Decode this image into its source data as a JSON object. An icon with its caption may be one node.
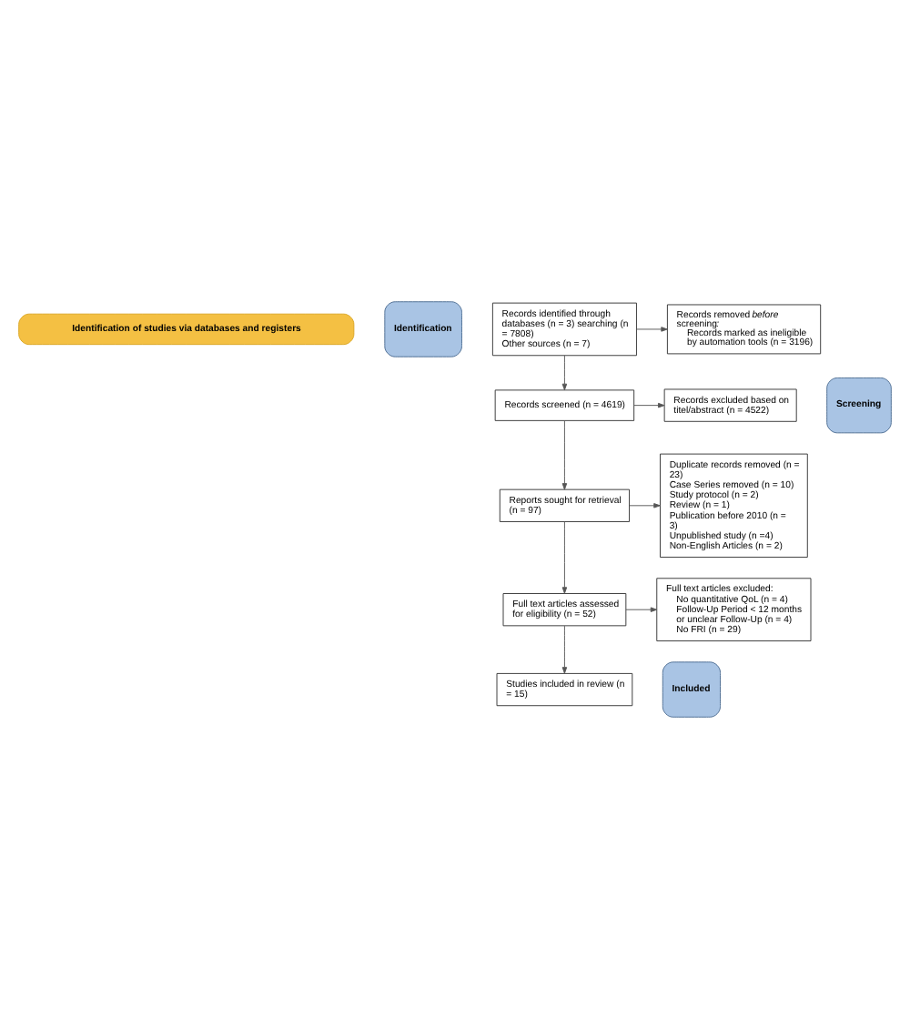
{
  "diagram": {
    "nodes": [
      {
        "text": [
          "Identification of studies via databases and registers"
        ]
      },
      {
        "text": [
          "Identification"
        ]
      },
      {
        "text": [
          "Records identified through databases (n = 3) searching (n = 7808)",
          "Other sources (n = 7)"
        ]
      },
      {
        "text": [
          "Records removed *before screening*:",
          "Records marked as ineligible by automation tools (n = 3196)"
        ]
      },
      {
        "text": [
          "Screening"
        ]
      },
      {
        "text": [
          "Records screened (n = 4619)"
        ]
      },
      {
        "text": [
          "Records excluded based on titel/abstract (n = 4522)"
        ]
      },
      {
        "text": [
          "Reports sought for retrieval (n = 97)"
        ]
      },
      {
        "text": [
          "Duplicate records removed (n = 23)",
          "Case Series removed (n = 10)",
          "Study protocol (n = 2)",
          "Review (n = 1)",
          "Publication before 2010 (n = 3)",
          "Unpublished study (n =4)",
          "Non-English Articles (n = 2)"
        ]
      },
      {
        "text": [
          "Full text articles assessed for eligibility (n = 52)"
        ]
      },
      {
        "text": [
          "Full text articles excluded:",
          "No quantitative QoL (n = 4)",
          "Follow-Up Period < 12 months or unclear Follow-Up (n = 4)",
          "No FRI (n = 29)"
        ]
      },
      {
        "text": [
          "Included"
        ]
      },
      {
        "text": [
          "Studies included in review (n = 15)"
        ]
      }
    ],
    "edges": [
      {
        "from": 2,
        "to": 3,
        "arrow": "to"
      },
      {
        "from": 2,
        "to": 5,
        "arrow": "to"
      },
      {
        "from": 5,
        "to": 6,
        "arrow": "to"
      },
      {
        "from": 5,
        "to": 7,
        "arrow": "to"
      },
      {
        "from": 7,
        "to": 8,
        "arrow": "to"
      },
      {
        "from": 7,
        "to": 9,
        "arrow": "to"
      },
      {
        "from": 9,
        "to": 10,
        "arrow": "to"
      },
      {
        "from": 9,
        "to": 12,
        "arrow": "to"
      }
    ]
  }
}
